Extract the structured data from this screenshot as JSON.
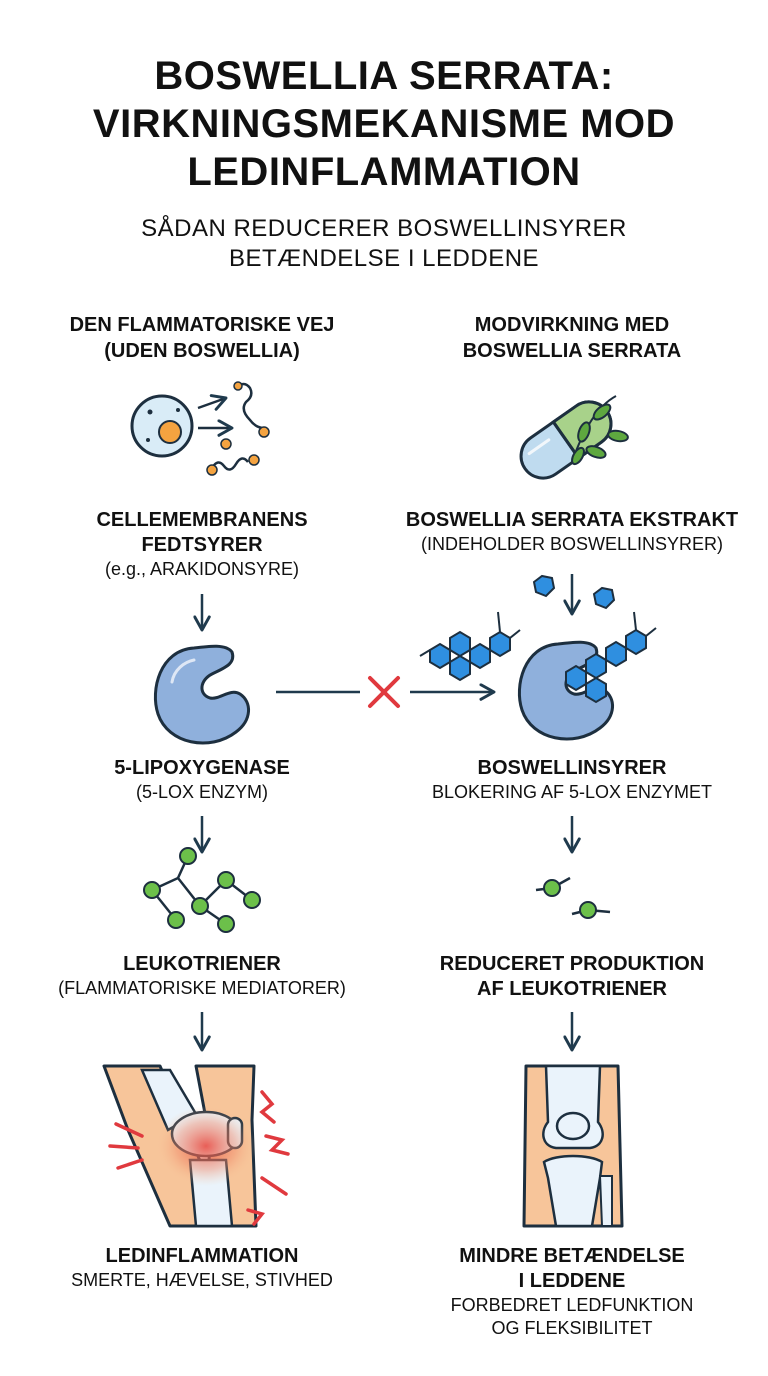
{
  "title": {
    "line1": "BOSWELLIA SERRATA:",
    "line2": "VIRKNINGSMEKANISME MOD",
    "line3": "LEDINFLAMMATION"
  },
  "subtitle": {
    "line1": "SÅDAN REDUCERER BOSWELLINSYRER",
    "line2": "BETÆNDELSE I LEDDENE"
  },
  "left": {
    "heading": {
      "line1": "DEN FLAMMATORISKE VEJ",
      "line2": "(UDEN BOSWELLIA)"
    },
    "steps": [
      {
        "title1": "CELLEMEMBRANENS",
        "title2": "FEDTSYRER",
        "detail1": "(e.g., ARAKIDONSYRE)",
        "icon": "cell-fatty-acids-icon"
      },
      {
        "title1": "5-LIPOXYGENASE",
        "detail1": "(5-LOX ENZYM)",
        "icon": "enzyme-icon"
      },
      {
        "title1": "LEUKOTRIENER",
        "detail1": "(FLAMMATORISKE MEDIATORER)",
        "icon": "molecule-chain-icon"
      },
      {
        "title1": "LEDINFLAMMATION",
        "detail1": "SMERTE, HÆVELSE, STIVHED",
        "icon": "inflamed-knee-icon"
      }
    ]
  },
  "right": {
    "heading": {
      "line1": "MODVIRKNING MED",
      "line2": "BOSWELLIA SERRATA"
    },
    "steps": [
      {
        "title1": "BOSWELLIA SERRATA EKSTRAKT",
        "detail1": "(INDEHOLDER BOSWELLINSYRER)",
        "icon": "herbal-capsule-icon"
      },
      {
        "title1": "BOSWELLINSYRER",
        "detail1": "BLOKERING AF 5-LOX ENZYMET",
        "icon": "blocked-enzyme-icon"
      },
      {
        "title1": "REDUCERET PRODUKTION",
        "title2": "AF LEUKOTRIENER",
        "icon": "reduced-molecules-icon"
      },
      {
        "title1": "MINDRE BETÆNDELSE",
        "title2": "I LEDDENE",
        "detail1": "FORBEDRET LEDFUNKTION",
        "detail2": "OG FLEKSIBILITET",
        "icon": "healthy-knee-icon"
      }
    ]
  },
  "colors": {
    "arrow": "#1f3a4d",
    "outline": "#1d2f3f",
    "enzyme": "#8fb0dc",
    "leukotriene": "#6cc04a",
    "boswellic_hex": "#2f8fe0",
    "block_x": "#e0393e",
    "inflammation": "#e8443a",
    "skin": "#f7c59a",
    "bone": "#eaf3fb",
    "capsule_green": "#a8d28a",
    "capsule_blue": "#bfdbef",
    "cell_nucleus": "#f4a340"
  }
}
